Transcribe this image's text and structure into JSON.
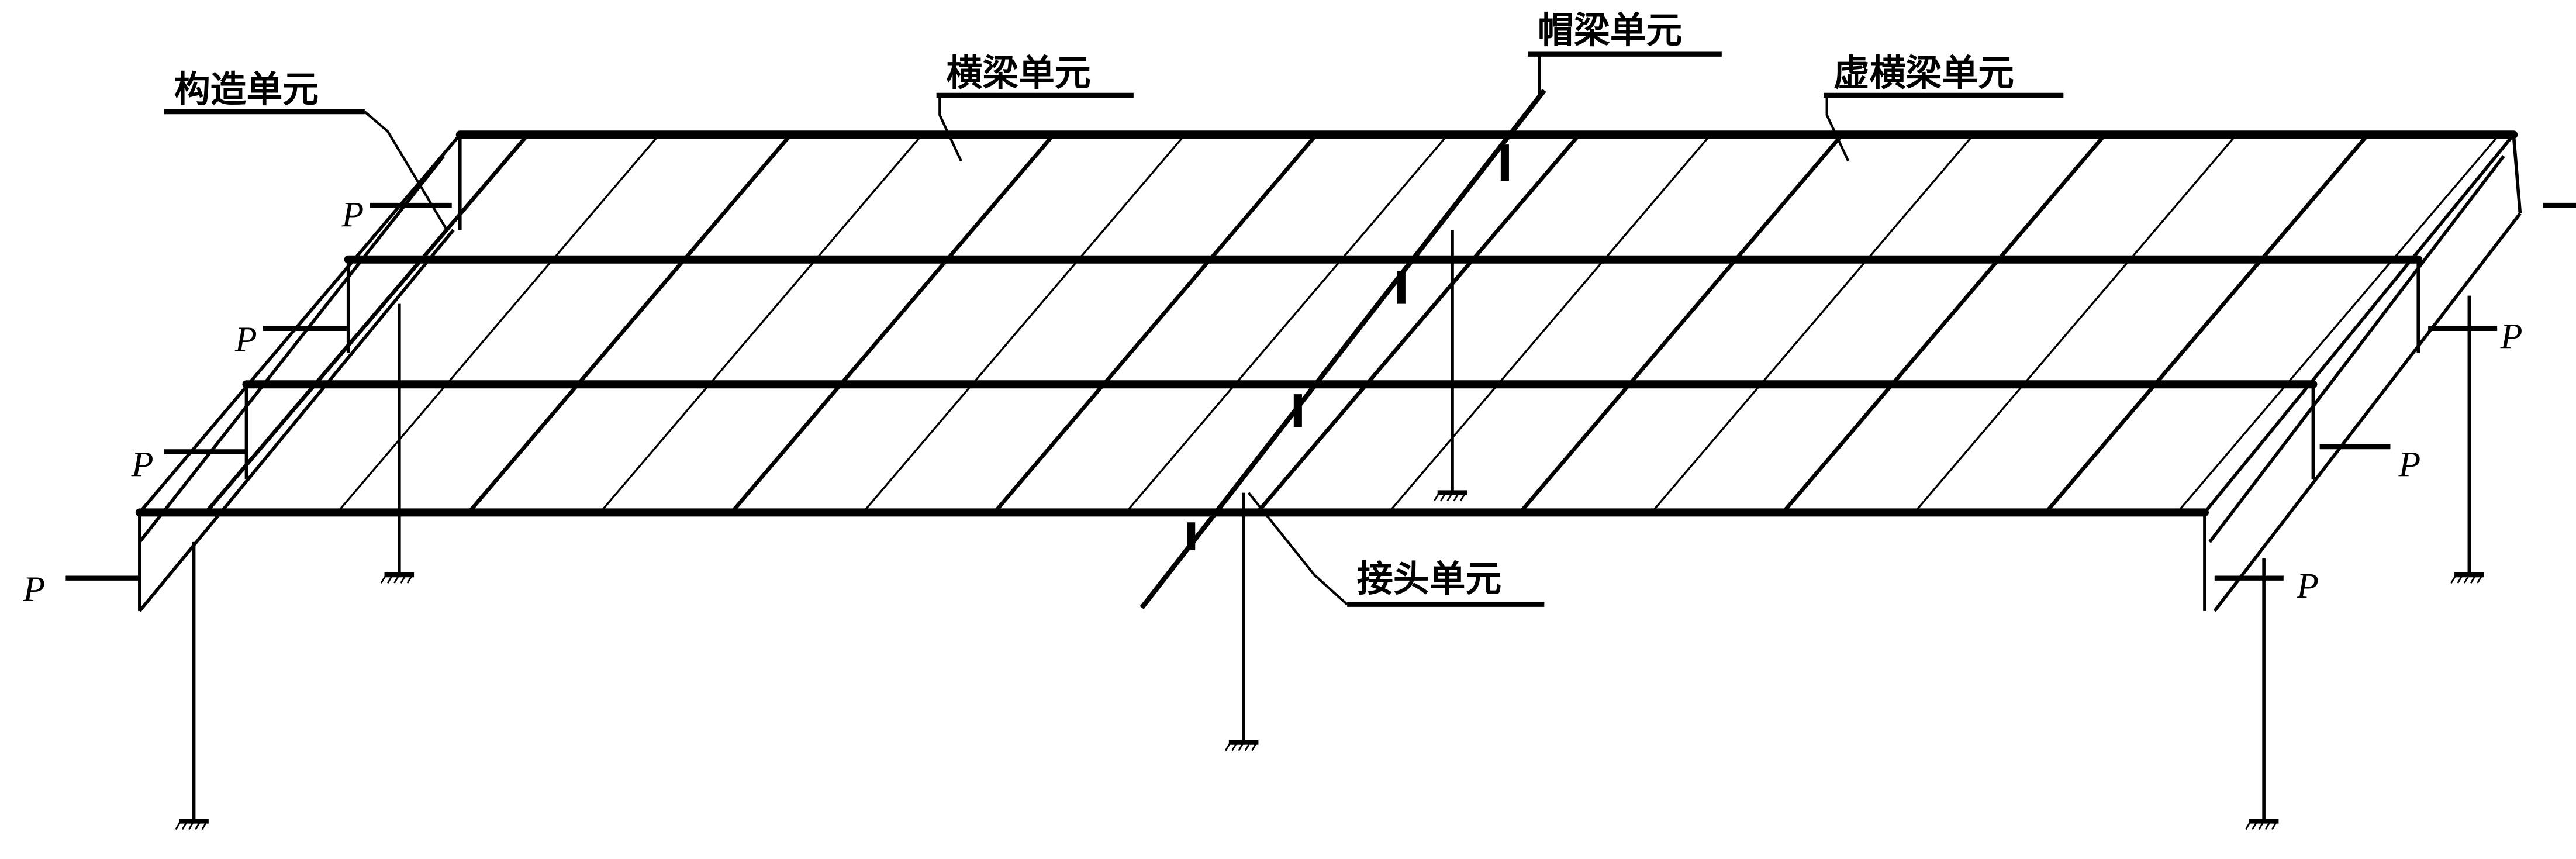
{
  "labels": {
    "construct_element": "构造单元",
    "crossbeam_element": "横梁单元",
    "capbeam_element": "帽梁单元",
    "virtual_crossbeam_element": "虚横梁单元",
    "joint_element": "接头单元"
  },
  "loads": [
    "P",
    "P",
    "P",
    "P",
    "P",
    "P",
    "P"
  ],
  "colors": {
    "line": "#000000",
    "background": "#ffffff"
  }
}
